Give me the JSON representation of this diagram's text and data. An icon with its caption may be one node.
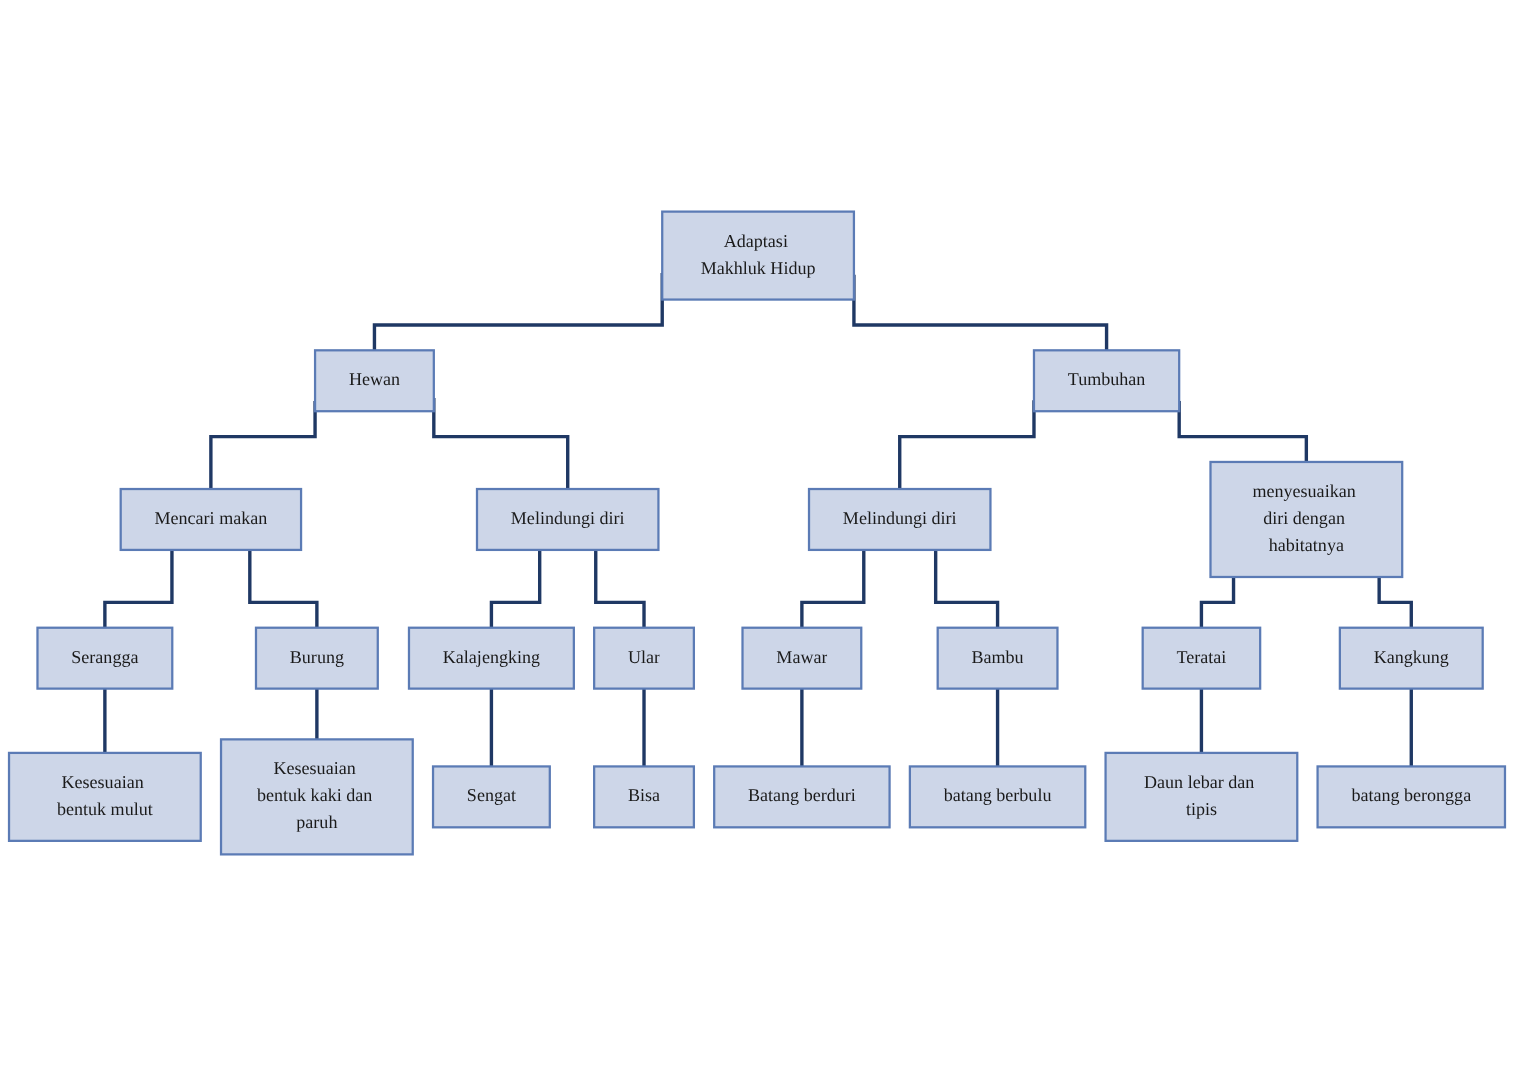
{
  "diagram": {
    "nodes": [
      {
        "text": [
          "Adaptasi Makhluk Hidup"
        ]
      },
      {
        "text": [
          "Hewan"
        ]
      },
      {
        "text": [
          "Tumbuhan"
        ]
      },
      {
        "text": [
          "Mencari makan"
        ]
      },
      {
        "text": [
          "Melindungi diri"
        ]
      },
      {
        "text": [
          "Melindungi diri"
        ]
      },
      {
        "text": [
          "menyesuaikan diri dengan habitatnya"
        ]
      },
      {
        "text": [
          "Serangga"
        ]
      },
      {
        "text": [
          "Burung"
        ]
      },
      {
        "text": [
          "Kalajengking"
        ]
      },
      {
        "text": [
          "Ular"
        ]
      },
      {
        "text": [
          "Mawar"
        ]
      },
      {
        "text": [
          "Bambu"
        ]
      },
      {
        "text": [
          "Teratai"
        ]
      },
      {
        "text": [
          "Kangkung"
        ]
      },
      {
        "text": [
          "Kesesuaian bentuk mulut"
        ]
      },
      {
        "text": [
          "Kesesuaian bentuk kaki dan paruh"
        ]
      },
      {
        "text": [
          "Sengat"
        ]
      },
      {
        "text": [
          "Bisa"
        ]
      },
      {
        "text": [
          "Batang berduri"
        ]
      },
      {
        "text": [
          "batang berbulu"
        ]
      },
      {
        "text": [
          "Daun lebar dan tipis"
        ]
      },
      {
        "text": [
          "batang berongga"
        ]
      }
    ],
    "edges": [
      {
        "from": 0,
        "to": 1,
        "arrow": "none"
      },
      {
        "from": 0,
        "to": 2,
        "arrow": "none"
      },
      {
        "from": 1,
        "to": 3,
        "arrow": "none"
      },
      {
        "from": 1,
        "to": 4,
        "arrow": "none"
      },
      {
        "from": 2,
        "to": 5,
        "arrow": "none"
      },
      {
        "from": 2,
        "to": 6,
        "arrow": "none"
      },
      {
        "from": 3,
        "to": 7,
        "arrow": "none"
      },
      {
        "from": 3,
        "to": 8,
        "arrow": "none"
      },
      {
        "from": 4,
        "to": 9,
        "arrow": "none"
      },
      {
        "from": 4,
        "to": 10,
        "arrow": "none"
      },
      {
        "from": 5,
        "to": 11,
        "arrow": "none"
      },
      {
        "from": 5,
        "to": 12,
        "arrow": "none"
      },
      {
        "from": 6,
        "to": 13,
        "arrow": "none"
      },
      {
        "from": 6,
        "to": 14,
        "arrow": "none"
      },
      {
        "from": 7,
        "to": 15,
        "arrow": "none"
      },
      {
        "from": 8,
        "to": 16,
        "arrow": "none"
      },
      {
        "from": 9,
        "to": 17,
        "arrow": "none"
      },
      {
        "from": 10,
        "to": 18,
        "arrow": "none"
      },
      {
        "from": 11,
        "to": 19,
        "arrow": "none"
      },
      {
        "from": 12,
        "to": 20,
        "arrow": "none"
      },
      {
        "from": 13,
        "to": 21,
        "arrow": "none"
      },
      {
        "from": 14,
        "to": 22,
        "arrow": "none"
      }
    ]
  }
}
